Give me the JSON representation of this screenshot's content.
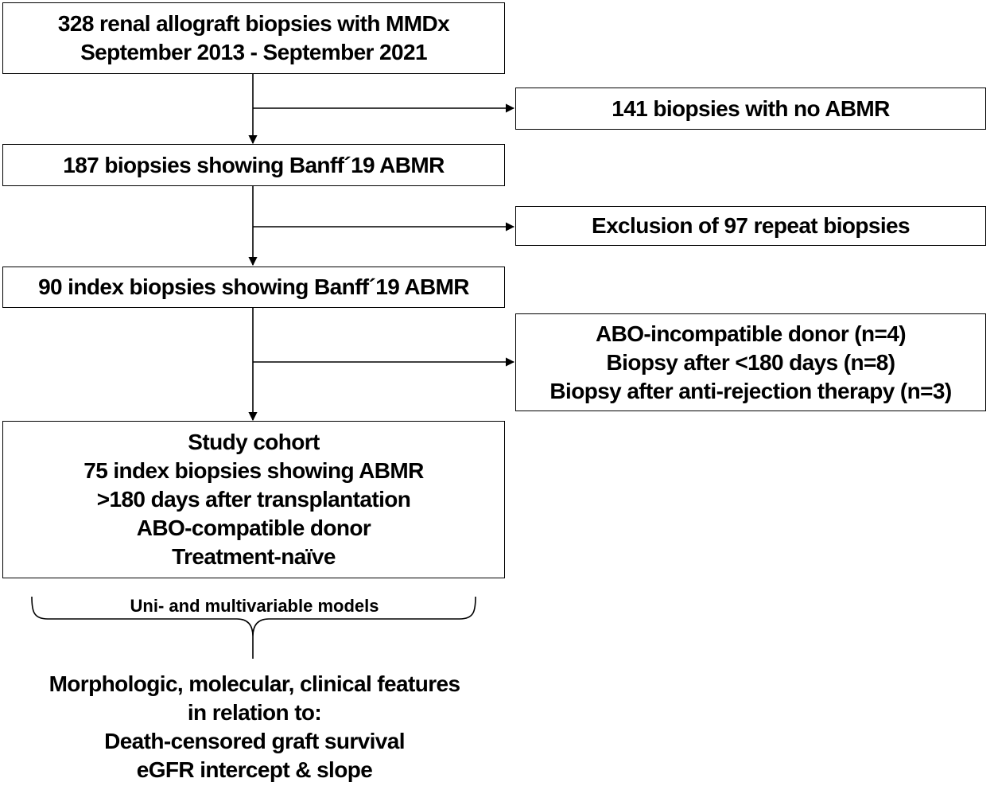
{
  "boxes": {
    "initial": [
      "328 renal allograft biopsies with MMDx",
      "September 2013 - September 2021"
    ],
    "no_abmr": [
      "141 biopsies with no ABMR"
    ],
    "banff_abmr": [
      "187 biopsies showing Banff´19 ABMR"
    ],
    "repeat_exclusion": [
      "Exclusion of 97 repeat biopsies"
    ],
    "index_biopsies": [
      "90 index biopsies showing Banff´19 ABMR"
    ],
    "exclusions": [
      "ABO-incompatible donor (n=4)",
      "Biopsy after <180 days (n=8)",
      "Biopsy after anti-rejection therapy (n=3)"
    ],
    "study_cohort": [
      "Study cohort",
      "75 index biopsies showing ABMR",
      ">180 days after transplantation",
      "ABO-compatible donor",
      "Treatment-naïve"
    ]
  },
  "models_label": "Uni- and multivariable models",
  "outcomes": [
    "Morphologic, molecular, clinical features",
    "in relation to:",
    "Death-censored graft survival",
    "eGFR intercept & slope"
  ]
}
